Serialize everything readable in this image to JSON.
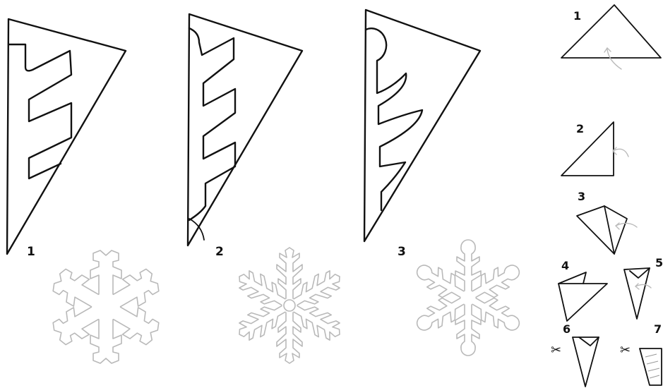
{
  "panels": [
    {
      "label": "1"
    },
    {
      "label": "2"
    },
    {
      "label": "3"
    }
  ],
  "steps": [
    {
      "label": "1"
    },
    {
      "label": "2"
    },
    {
      "label": "3"
    },
    {
      "label": "4"
    },
    {
      "label": "5"
    },
    {
      "label": "6"
    },
    {
      "label": "7"
    }
  ],
  "icons": {
    "scissors": "✂",
    "fold_arrow": "curved-arrow-icon"
  }
}
